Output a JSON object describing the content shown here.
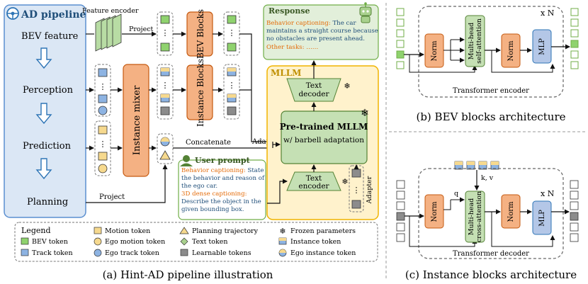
{
  "pipeline": {
    "title": "AD pipeline",
    "stages": [
      "BEV feature",
      "Perception",
      "Prediction",
      "Planning"
    ],
    "feature_encoder": "Feature encoder",
    "project_top": "Project",
    "project_bottom": "Project",
    "instance_mixer": "Instance mixer",
    "bev_blocks": "BEV Blocks",
    "instance_blocks": "Instance Blocks",
    "concatenate": "Concatenate",
    "adapter_main": "Adapter",
    "caption": "(a) Hint-AD pipeline illustration"
  },
  "response": {
    "title": "Response",
    "behavior_label": "Behavior captioning:",
    "line1_rest": "The car",
    "line2": "maintains a straight course because",
    "line3": "no obstacles are present ahead.",
    "other_tasks": "Other tasks: ……"
  },
  "mllm": {
    "title": "MLLM",
    "text_decoder": [
      "Text",
      "decoder"
    ],
    "pretrained_line1": "Pre-trained MLLM",
    "pretrained_line2": "w/ barbell adaptation",
    "text_encoder": [
      "Text",
      "encoder"
    ],
    "adapter_vertical": "Adapter"
  },
  "user_prompt": {
    "title": "User prompt",
    "line1_label": "Behavior captioning:",
    "line1_rest": "State",
    "line2": "the behavior and reason of",
    "line3": "the ego car.",
    "line4_label": "3D dense captioning:",
    "line5": "Describe the object in the",
    "line6": "given bounding box."
  },
  "legend": {
    "title": "Legend",
    "items": [
      [
        "BEV token",
        "Motion token",
        "Planning trajectory",
        "Frozen parameters"
      ],
      [
        "Track token",
        "Ego motion token",
        "Text token",
        "Instance token"
      ],
      [
        "",
        "Ego track token",
        "Learnable tokens",
        "Ego instance token"
      ]
    ]
  },
  "bev_arch": {
    "repeat": "x N",
    "norm1": "Norm",
    "attention": [
      "Multi-head",
      "self-attention"
    ],
    "norm2": "Norm",
    "mlp": "MLP",
    "block_label": "Transformer encoder",
    "caption": "(b) BEV blocks architecture"
  },
  "inst_arch": {
    "repeat": "x N",
    "kv": "k, v",
    "q": "q",
    "norm1": "Norm",
    "attention": [
      "Multi-head",
      "cross-attention"
    ],
    "norm2": "Norm",
    "mlp": "MLP",
    "block_label": "Transformer decoder",
    "caption": "(c) Instance blocks architecture"
  },
  "colors": {
    "bev_token": "#8fd26e",
    "track_token": "#8db3e2",
    "motion_token": "#f6d98e",
    "learnable_token": "#8c8c8c",
    "norm_fill": "#f4b183",
    "mlp_fill": "#b4c7e7",
    "attention_fill": "#c5e0b4",
    "pipeline_panel": "#dbe7f5",
    "mllm_panel": "#fff2cc",
    "response_panel": "#e2efda"
  }
}
